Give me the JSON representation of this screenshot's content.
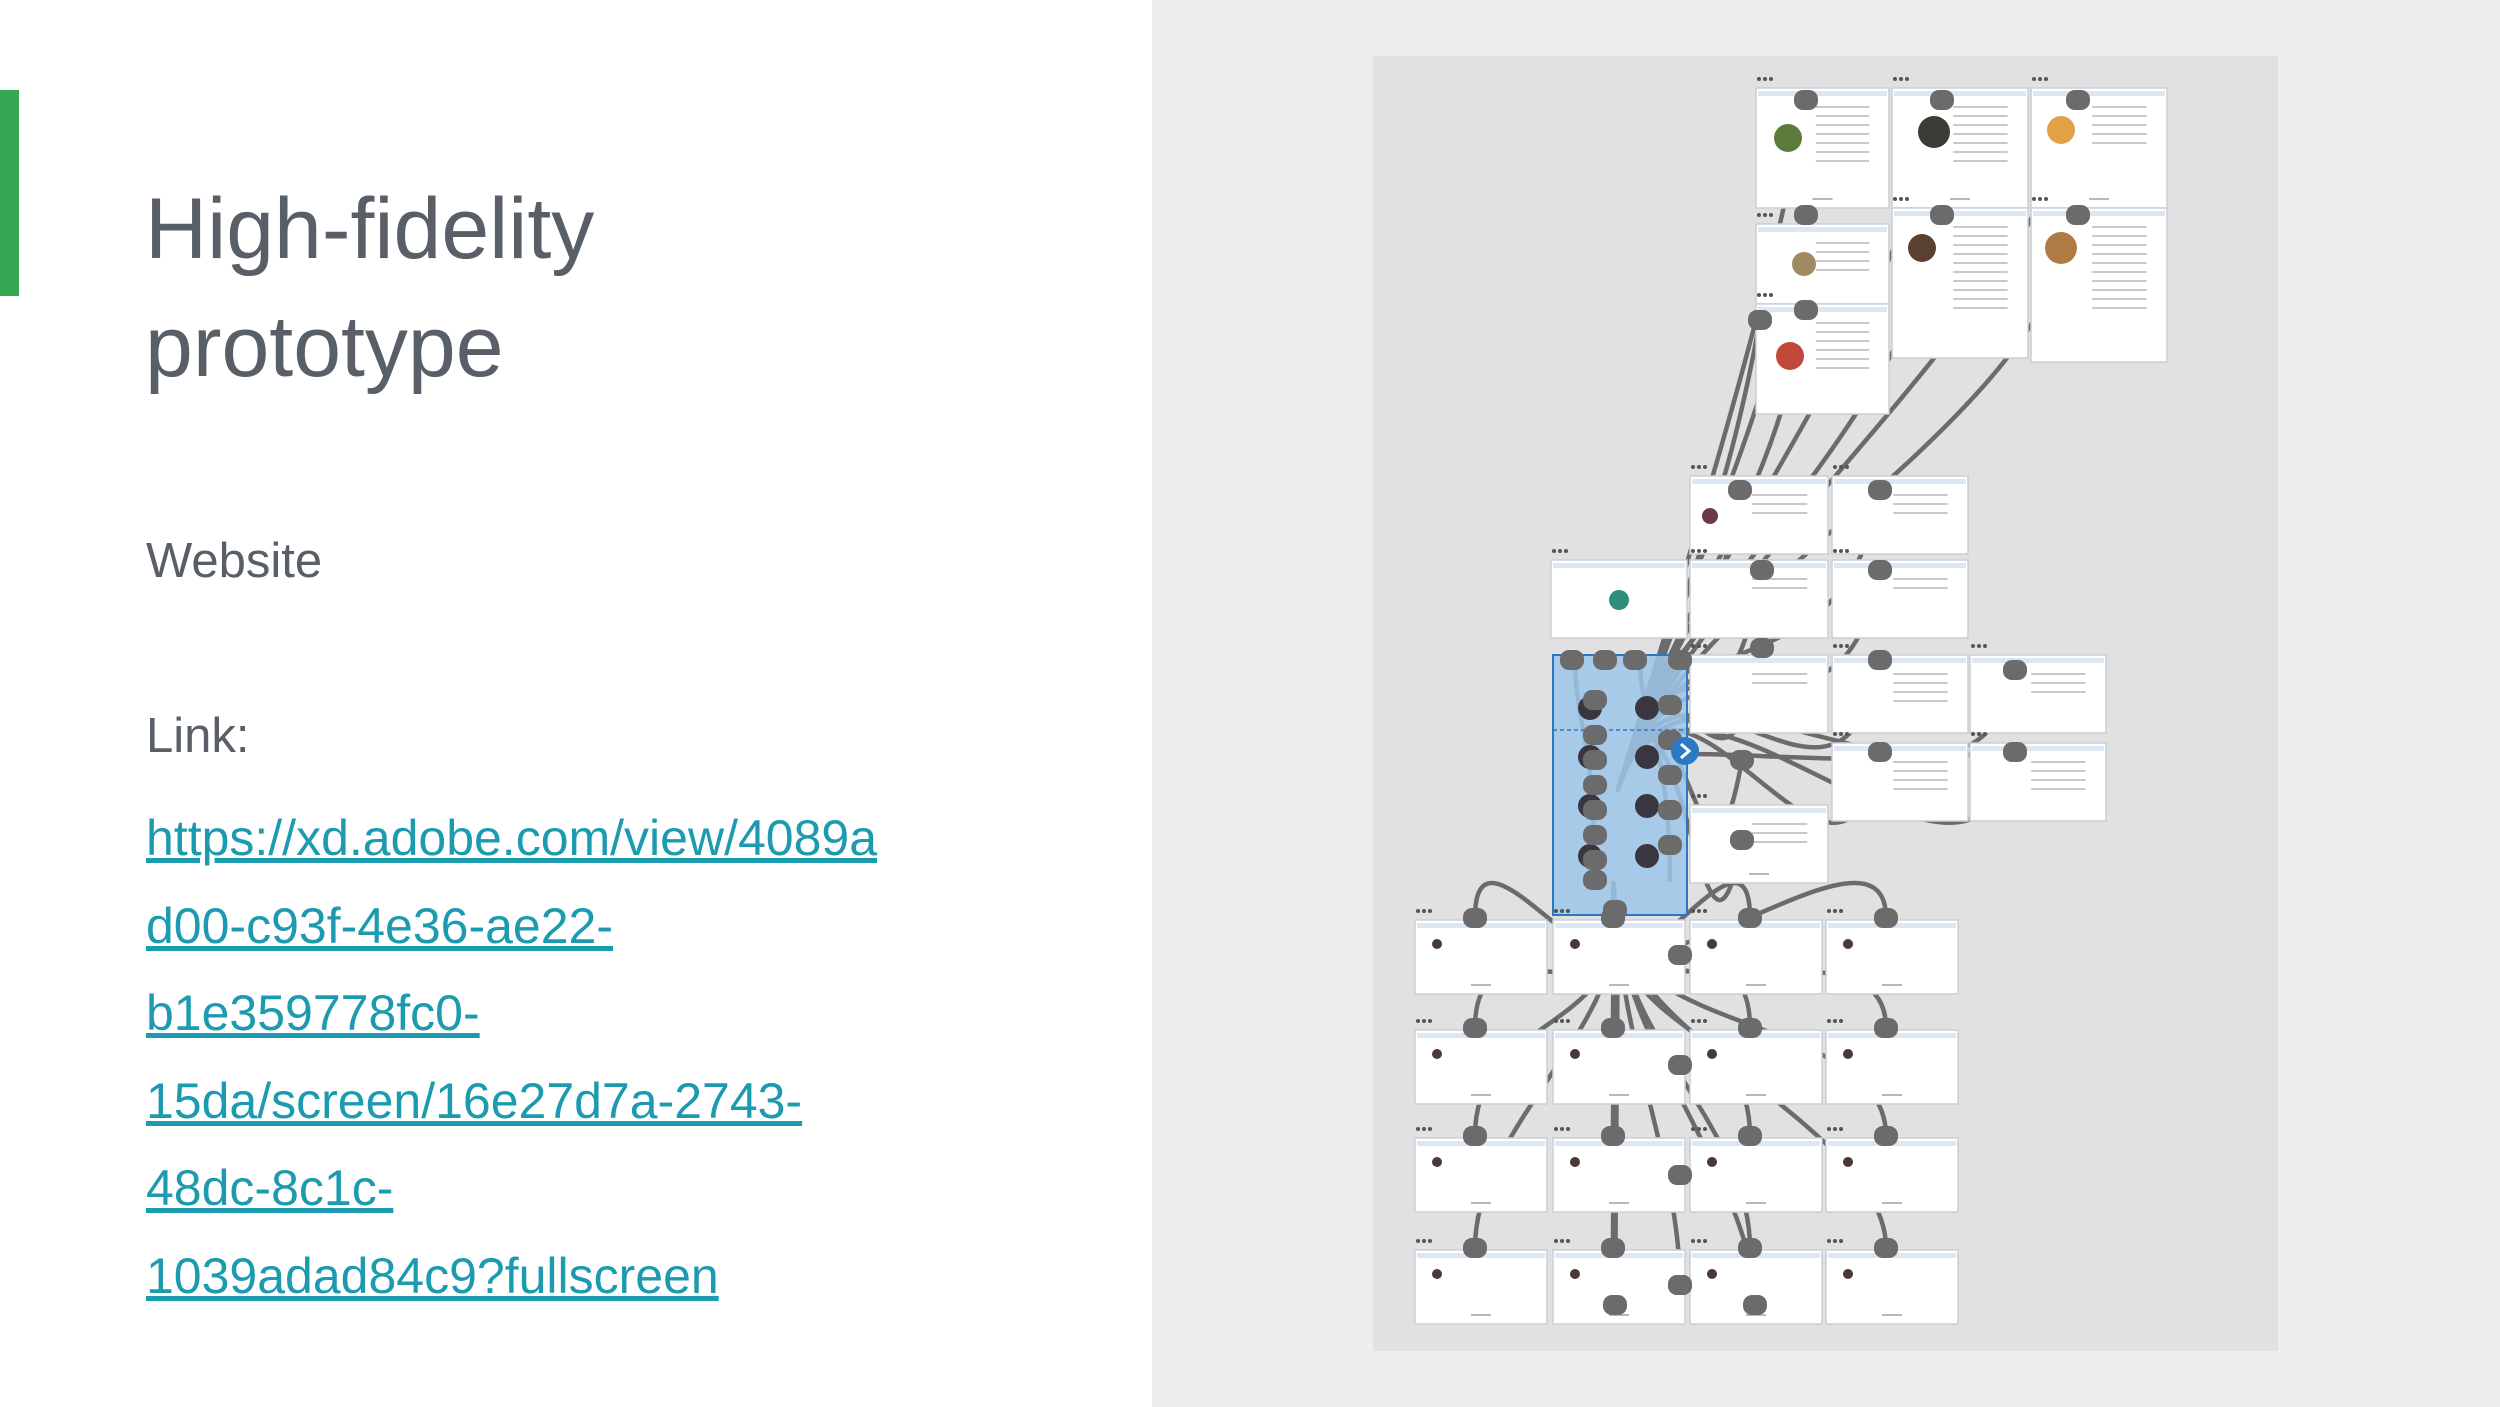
{
  "slide": {
    "title_line1": "High-fidelity",
    "title_line2": "prototype",
    "subtitle": "Website",
    "link_label": "Link:",
    "link_lines": [
      "https://xd.adobe.com/view/4089a",
      "d00-c93f-4e36-ae22-",
      "b1e359778fc0-",
      "15da/screen/16e27d7a-2743-",
      "48dc-8c1c-",
      "1039adad84c9?fullscreen"
    ]
  },
  "colors": {
    "accent": "#34a853",
    "title_text": "#595f66",
    "link": "#1c9ab0",
    "wire": "#6b6b6b",
    "selection": "#9ec5ea",
    "selection_border": "#2b78c5"
  },
  "prototype_image": {
    "description_icon": "adobe-xd-prototype-flow-diagram"
  }
}
